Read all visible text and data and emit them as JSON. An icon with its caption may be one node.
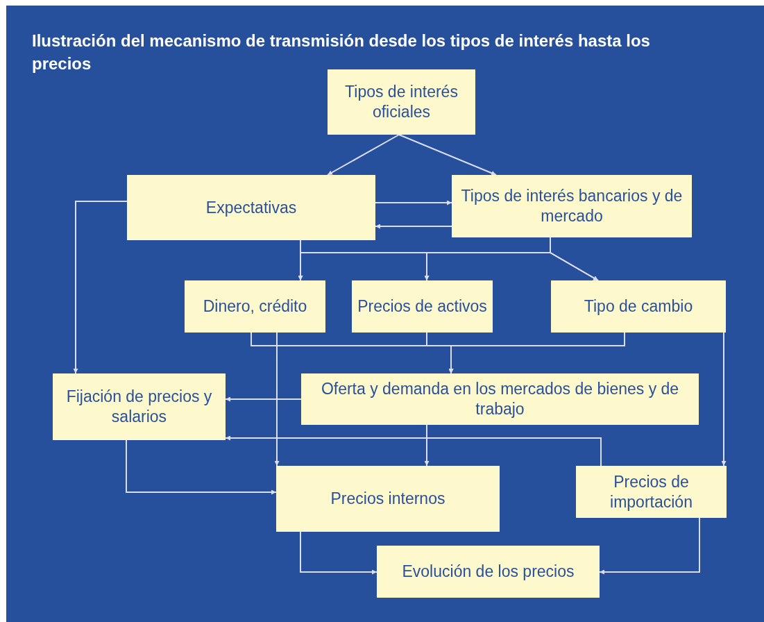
{
  "diagram": {
    "title": "Ilustración del mecanismo de transmisión desde los tipos de interés hasta los precios",
    "nodes": [
      {
        "text": [
          "Tipos de interés oficiales"
        ]
      },
      {
        "text": [
          "Expectativas"
        ]
      },
      {
        "text": [
          "Tipos de interés bancarios y de mercado"
        ]
      },
      {
        "text": [
          "Dinero, crédito"
        ]
      },
      {
        "text": [
          "Precios de activos"
        ]
      },
      {
        "text": [
          "Tipo de cambio"
        ]
      },
      {
        "text": [
          "Fijación de precios y salarios"
        ]
      },
      {
        "text": [
          "Oferta y demanda en los mercados de bienes y de trabajo"
        ]
      },
      {
        "text": [
          "Precios internos"
        ]
      },
      {
        "text": [
          "Precios de importación"
        ]
      },
      {
        "text": [
          "Evolución de los precios"
        ]
      }
    ],
    "edges": [
      {
        "from": 0,
        "to": 1,
        "arrow": "to"
      },
      {
        "from": 0,
        "to": 2,
        "arrow": "to"
      },
      {
        "from": 1,
        "to": 2,
        "arrow": "to"
      },
      {
        "from": 2,
        "to": 1,
        "arrow": "to"
      },
      {
        "from": 1,
        "to": 6,
        "arrow": "to"
      },
      {
        "from": 1,
        "to": 3,
        "arrow": "to"
      },
      {
        "from": 1,
        "to": 4,
        "arrow": "to"
      },
      {
        "from": 1,
        "to": 5,
        "arrow": "to"
      },
      {
        "from": 2,
        "to": 3,
        "arrow": "to"
      },
      {
        "from": 2,
        "to": 4,
        "arrow": "to"
      },
      {
        "from": 2,
        "to": 5,
        "arrow": "to"
      },
      {
        "from": 3,
        "to": 7,
        "arrow": "to"
      },
      {
        "from": 4,
        "to": 7,
        "arrow": "to"
      },
      {
        "from": 5,
        "to": 7,
        "arrow": "to"
      },
      {
        "from": 3,
        "to": 8,
        "arrow": "to"
      },
      {
        "from": 7,
        "to": 6,
        "arrow": "to"
      },
      {
        "from": 7,
        "to": 8,
        "arrow": "to"
      },
      {
        "from": 5,
        "to": 9,
        "arrow": "to"
      },
      {
        "from": 9,
        "to": 6,
        "arrow": "to"
      },
      {
        "from": 6,
        "to": 8,
        "arrow": "to"
      },
      {
        "from": 8,
        "to": 10,
        "arrow": "to"
      },
      {
        "from": 9,
        "to": 10,
        "arrow": "to"
      }
    ]
  }
}
